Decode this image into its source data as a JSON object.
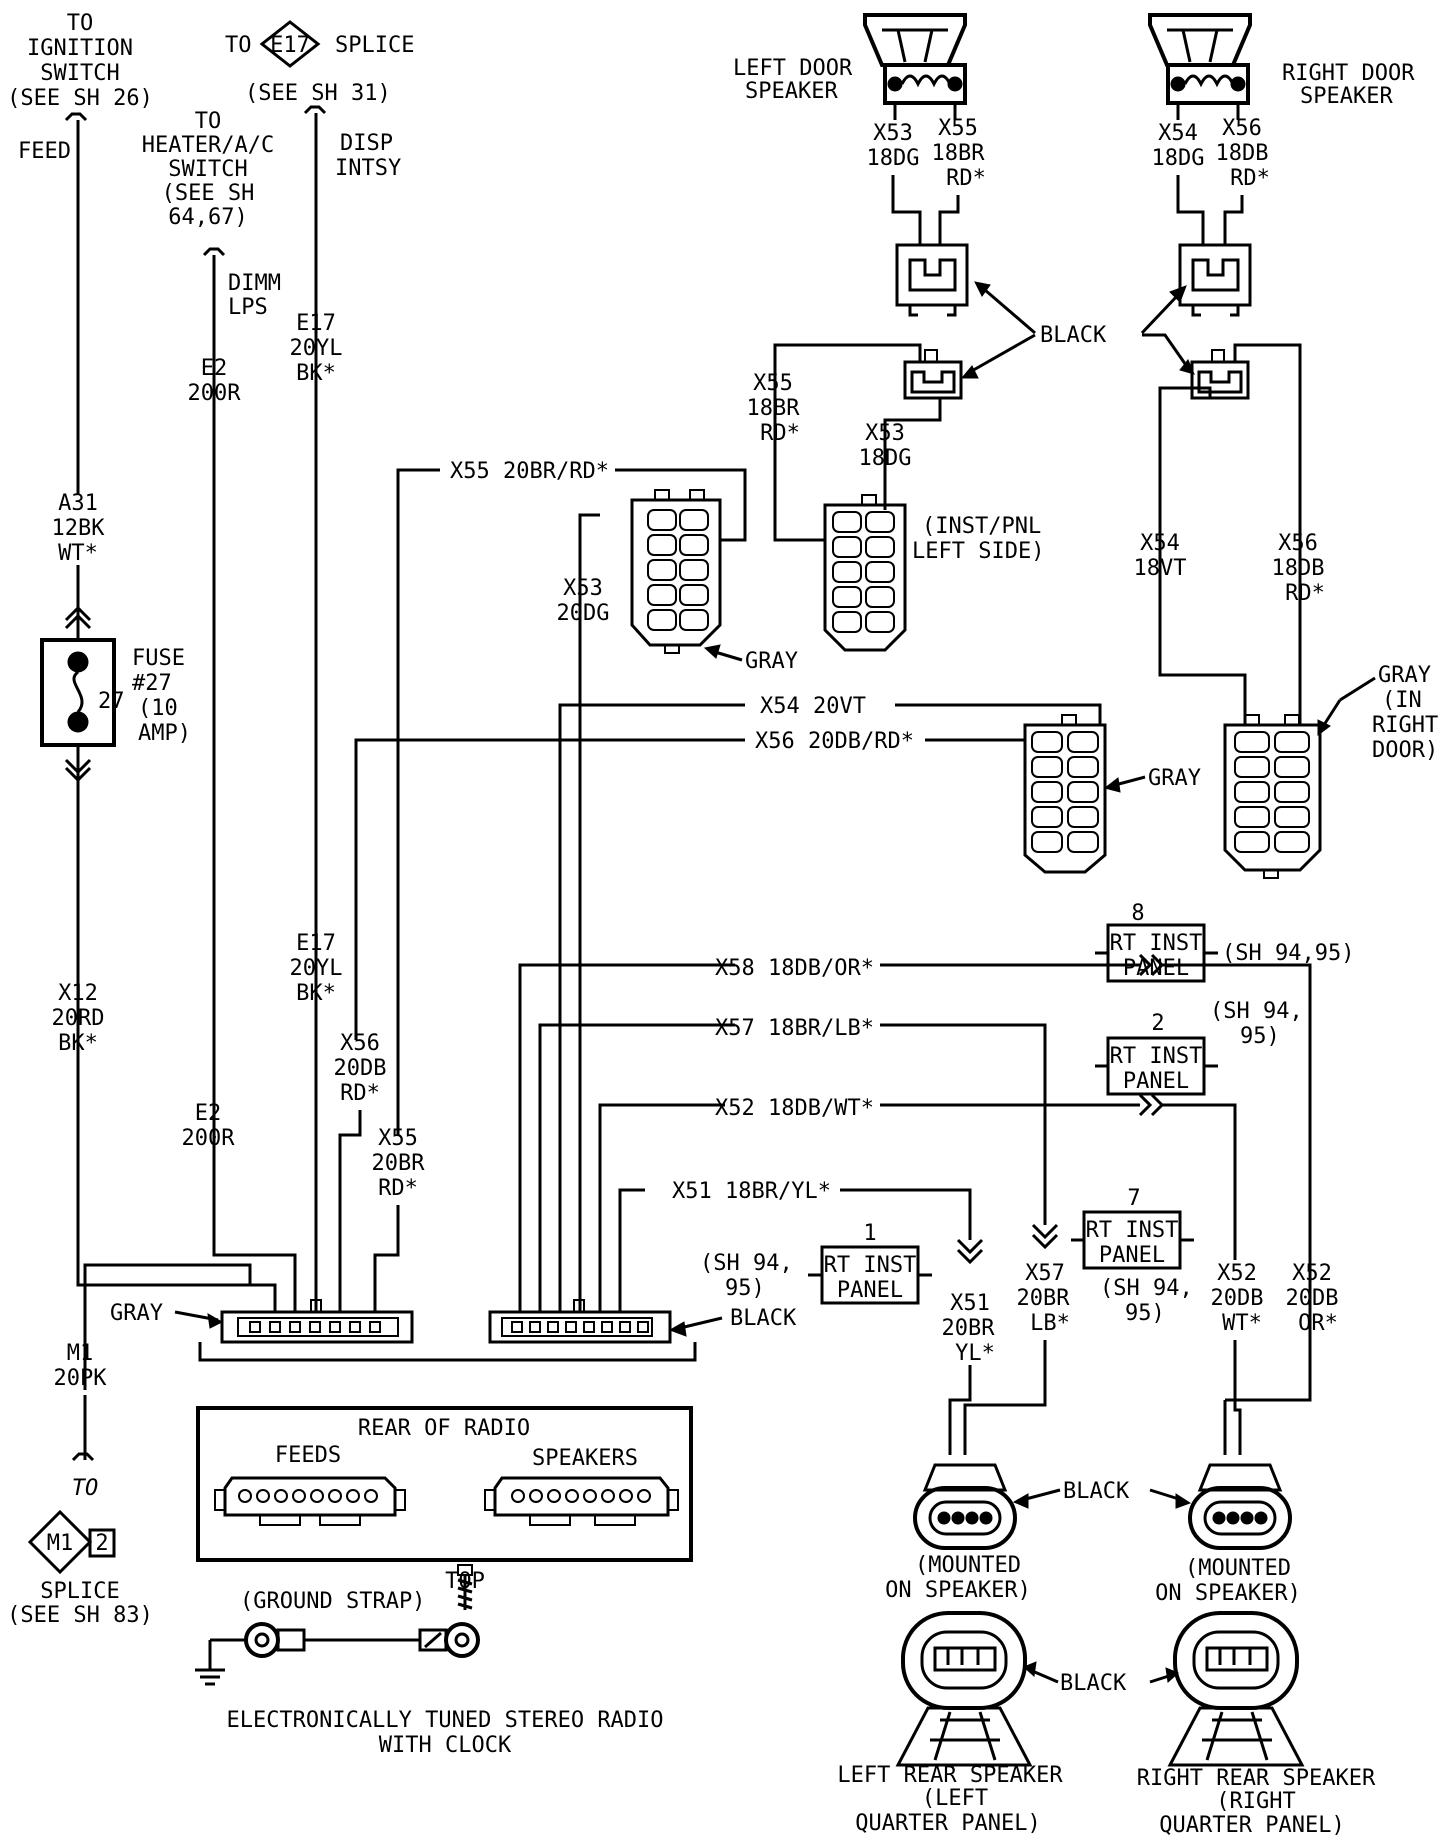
{
  "top_left": {
    "ignition": [
      "TO",
      "IGNITION",
      "SWITCH",
      "(SEE SH 26)"
    ],
    "feed": "FEED",
    "splice_to": "TO",
    "splice_id": "E17",
    "splice_word": "SPLICE",
    "splice_see": "(SEE SH 31)",
    "disp": [
      "DISP",
      "INTSY"
    ],
    "heater": [
      "TO",
      "HEATER/A/C",
      "SWITCH",
      "(SEE SH",
      "64,67)"
    ],
    "dimm": [
      "DIMM",
      "LPS"
    ]
  },
  "wires": {
    "e17_top": [
      "E17",
      "20YL",
      "BK*"
    ],
    "e2_top": [
      "E2",
      "200R"
    ],
    "a31": [
      "A31",
      "12BK",
      "WT*"
    ],
    "x12": [
      "X12",
      "20RD",
      "BK*"
    ],
    "e17_low": [
      "E17",
      "20YL",
      "BK*"
    ],
    "x56_low": [
      "X56",
      "20DB",
      "RD*"
    ],
    "e2_low": [
      "E2",
      "200R"
    ],
    "x55_low": [
      "X55",
      "20BR",
      "RD*"
    ],
    "m1": [
      "M1",
      "20PK"
    ],
    "x53_mid": [
      "X53",
      "20DG"
    ],
    "x55_top": "X55 20BR/RD*",
    "x54_h": "X54 20VT",
    "x56_h": "X56 20DB/RD*",
    "x58": "X58 18DB/OR*",
    "x57": "X57 18BR/LB*",
    "x52": "X52 18DB/WT*",
    "x51": "X51 18BR/YL*",
    "lx53": [
      "X53",
      "18DG"
    ],
    "lx55": [
      "X55",
      "18BR",
      "RD*"
    ],
    "rx54": [
      "X54",
      "18DG"
    ],
    "rx56": [
      "X56",
      "18DB",
      "RD*"
    ],
    "lx55b": [
      "X55",
      "18BR",
      "RD*"
    ],
    "lx53b": [
      "X53",
      "18DG"
    ],
    "rx54b": [
      "X54",
      "18VT"
    ],
    "rx56b": [
      "X56",
      "18DB",
      "RD*"
    ],
    "x51b": [
      "X51",
      "20BR",
      "YL*"
    ],
    "x57b": [
      "X57",
      "20BR",
      "LB*"
    ],
    "x52b": [
      "X52",
      "20DB",
      "WT*"
    ],
    "x52c": [
      "X52",
      "20DB",
      "OR*"
    ]
  },
  "fuse": {
    "label": [
      "FUSE",
      "#27",
      "(10",
      "AMP)"
    ],
    "number": "27"
  },
  "speakers": {
    "left_door": [
      "LEFT DOOR",
      "SPEAKER"
    ],
    "right_door": [
      "RIGHT DOOR",
      "SPEAKER"
    ],
    "left_rear": [
      "LEFT REAR SPEAKER",
      "(LEFT",
      "QUARTER PANEL)"
    ],
    "right_rear": [
      "RIGHT REAR SPEAKER",
      "(RIGHT",
      "QUARTER PANEL)"
    ],
    "mounted": [
      "(MOUNTED",
      "ON SPEAKER)"
    ]
  },
  "connectors": {
    "black": "BLACK",
    "gray": "GRAY",
    "inst_left": [
      "(INST/PNL",
      "LEFT SIDE)"
    ],
    "gray_right_door": [
      "GRAY",
      "(IN",
      "RIGHT",
      "DOOR)"
    ]
  },
  "inst_panels": [
    {
      "num": "8",
      "label": [
        "RT INST",
        "PANEL"
      ],
      "sheet": "(SH 94,95)"
    },
    {
      "num": "2",
      "label": [
        "RT INST",
        "PANEL"
      ],
      "sheet": [
        "(SH 94,",
        "95)"
      ]
    },
    {
      "num": "7",
      "label": [
        "RT INST",
        "PANEL"
      ],
      "sheet": [
        "(SH 94,",
        "95)"
      ]
    },
    {
      "num": "1",
      "label": [
        "RT INST",
        "PANEL"
      ],
      "sheet": [
        "(SH 94,",
        "95)"
      ]
    }
  ],
  "radio": {
    "title": "REAR OF RADIO",
    "feeds": "FEEDS",
    "speakers": "SPEAKERS",
    "top": "TOP",
    "ground_strap": "(GROUND STRAP)",
    "caption": [
      "ELECTRONICALLY TUNED STEREO RADIO",
      "WITH CLOCK"
    ]
  },
  "m1_splice": {
    "to": "TO",
    "id": "M1",
    "num": "2",
    "word": "SPLICE",
    "see": "(SEE SH 83)"
  }
}
